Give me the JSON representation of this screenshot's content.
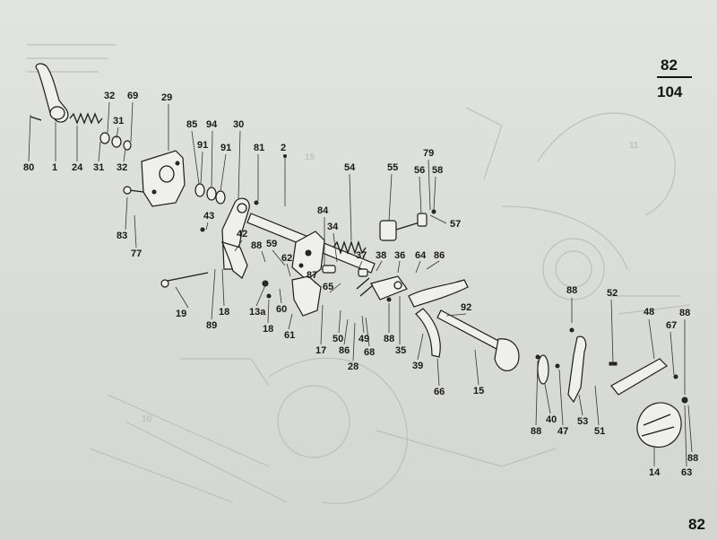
{
  "page_ref": {
    "top": "82",
    "bottom": "104"
  },
  "page_number": "82",
  "part_labels": [
    "32",
    "69",
    "29",
    "31",
    "85",
    "94",
    "30",
    "91",
    "91",
    "81",
    "2",
    "80",
    "1",
    "24",
    "31",
    "32",
    "79",
    "54",
    "55",
    "56",
    "58",
    "83",
    "43",
    "84",
    "57",
    "42",
    "34",
    "88",
    "59",
    "77",
    "62",
    "37",
    "38",
    "36",
    "64",
    "86",
    "87",
    "19",
    "65",
    "88",
    "52",
    "13a",
    "60",
    "92",
    "48",
    "67",
    "88",
    "18",
    "61",
    "17",
    "50",
    "86",
    "49",
    "88",
    "35",
    "28",
    "68",
    "89",
    "18",
    "39",
    "66",
    "15",
    "88",
    "40",
    "47",
    "53",
    "51",
    "88",
    "63",
    "14"
  ],
  "ghost_labels": [
    "15",
    "11",
    "10"
  ]
}
